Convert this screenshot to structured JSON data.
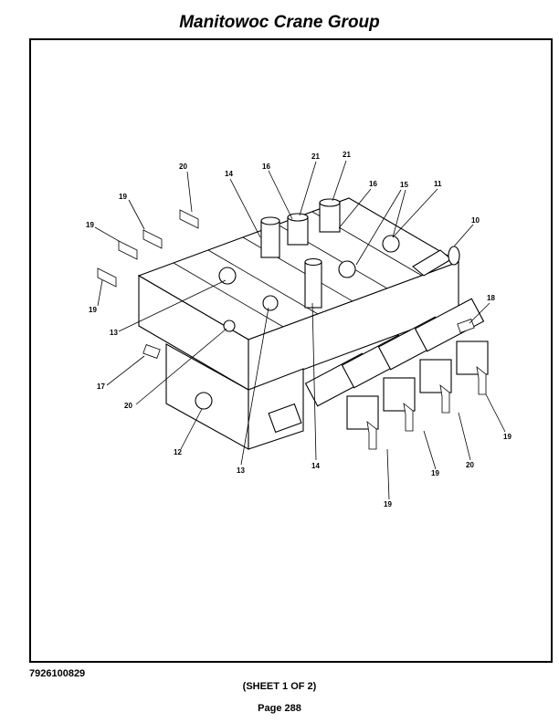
{
  "header": {
    "title": "Manitowoc Crane Group"
  },
  "figure": {
    "callouts": {
      "c20a": "20",
      "c14a": "14",
      "c16a": "16",
      "c21a": "21",
      "c21b": "21",
      "c16b": "16",
      "c15": "15",
      "c11": "11",
      "c19a": "19",
      "c10": "10",
      "c19b": "19",
      "c19c": "19",
      "c18": "18",
      "c13a": "13",
      "c17": "17",
      "c20b": "20",
      "c12": "12",
      "c13b": "13",
      "c14b": "14",
      "c19d": "19",
      "c19e": "19",
      "c20c": "20",
      "c19f": "19"
    }
  },
  "footer": {
    "doc_number": "7926100829",
    "sheet": "(SHEET 1 OF 2)",
    "page": "Page 288"
  }
}
